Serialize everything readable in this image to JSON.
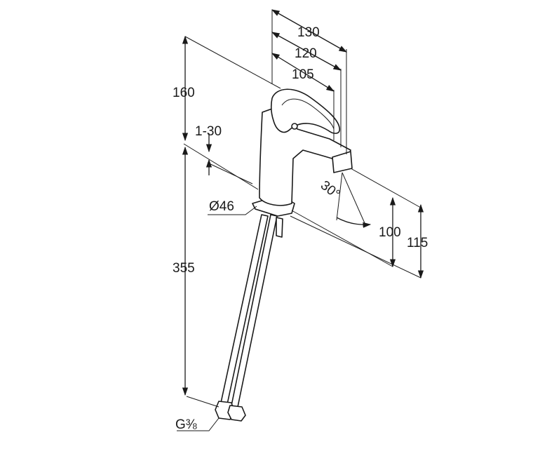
{
  "dimensions": {
    "d130": "130",
    "d120": "120",
    "d105": "105",
    "d160": "160",
    "d1_30": "1-30",
    "d_dia46": "Ø46",
    "d30deg": "30°",
    "d100": "100",
    "d115": "115",
    "d355": "355",
    "d_g38": "G⅜"
  }
}
